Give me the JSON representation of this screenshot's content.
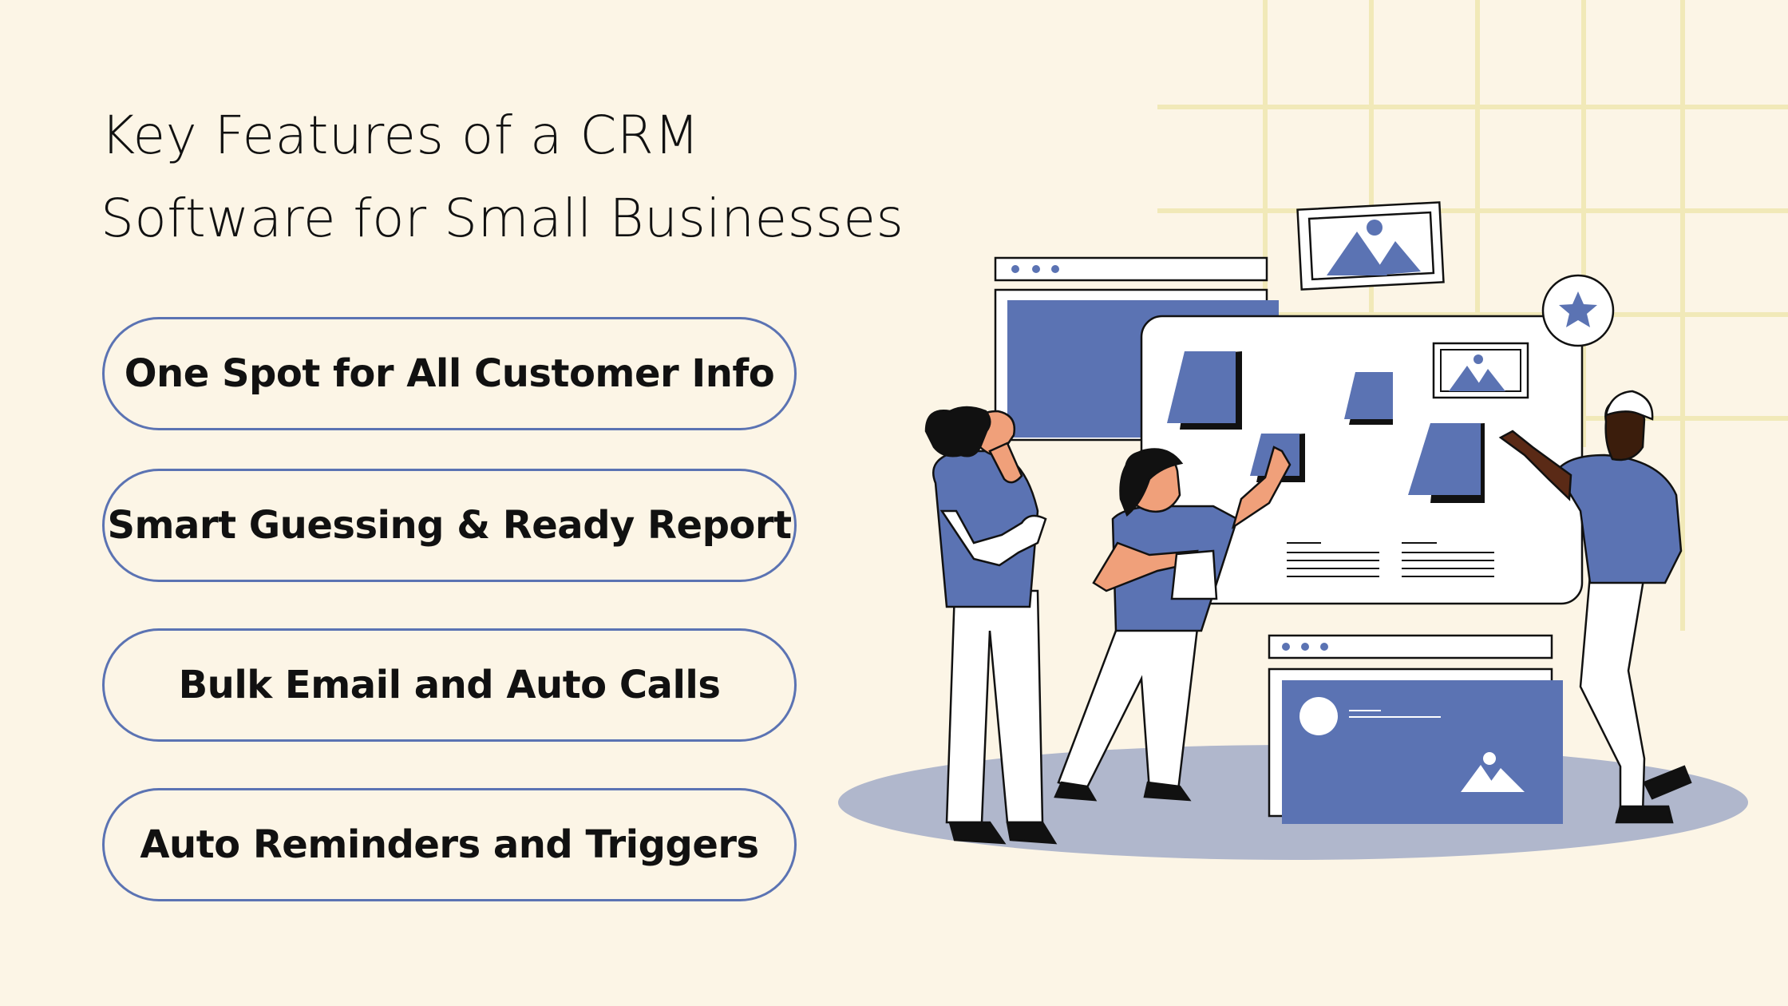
{
  "title": {
    "line1": "Key Features of a CRM",
    "line2": "Software for Small Businesses"
  },
  "features": [
    "One Spot for All Customer Info",
    "Smart Guessing & Ready Report",
    "Bulk Email and Auto Calls",
    "Auto Reminders and Triggers"
  ],
  "colors": {
    "background": "#fcf5e6",
    "accent": "#5b73b3",
    "grid": "#f1e9b8",
    "floor": "#b0b7cc",
    "text": "#111111"
  },
  "illustration": {
    "description_icons": [
      "team-collaboration-illustration",
      "image-icon",
      "star-icon",
      "sticky-note-icon"
    ]
  }
}
